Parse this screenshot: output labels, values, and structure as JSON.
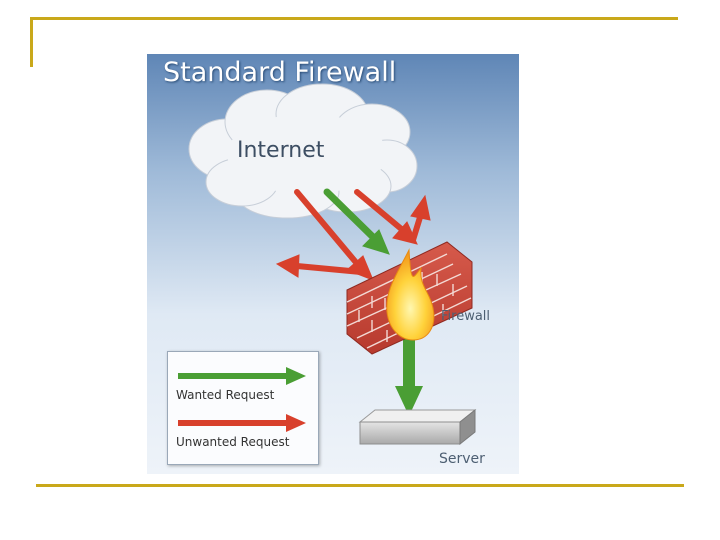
{
  "slide": {
    "figure": {
      "title": "Standard Firewall",
      "internet_label": "Internet",
      "firewall_label": "Firewall",
      "server_label": "Server",
      "legend": {
        "wanted": "Wanted Request",
        "unwanted": "Unwanted Request"
      },
      "icons": [
        "cloud-icon",
        "brick-wall-icon",
        "flame-icon",
        "server-icon"
      ],
      "colors": {
        "wanted_arrow": "#4a9e34",
        "unwanted_arrow": "#d8402c",
        "brick": "#c9473a",
        "accent_rule": "#c9a81a"
      }
    }
  }
}
